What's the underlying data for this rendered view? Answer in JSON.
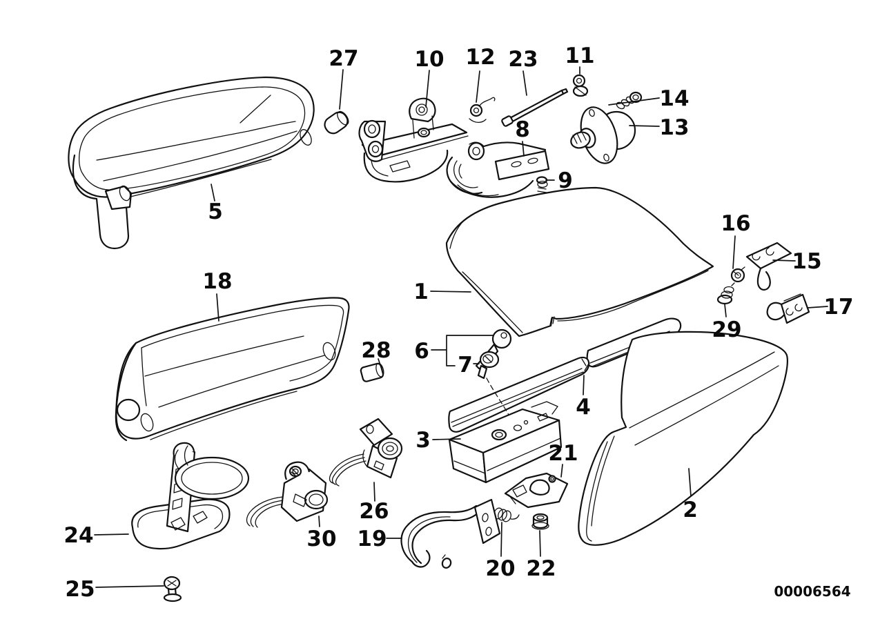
{
  "diagram": {
    "type": "exploded-parts-diagram",
    "image_id": "00006564",
    "part_labels": {
      "p1": "1",
      "p2": "2",
      "p3": "3",
      "p4": "4",
      "p5": "5",
      "p6": "6",
      "p7": "7",
      "p8": "8",
      "p9": "9",
      "p10": "10",
      "p11": "11",
      "p12": "12",
      "p13": "13",
      "p14": "14",
      "p15": "15",
      "p16": "16",
      "p17": "17",
      "p18": "18",
      "p19": "19",
      "p20": "20",
      "p21": "21",
      "p22": "22",
      "p23": "23",
      "p24": "24",
      "p25": "25",
      "p26": "26",
      "p27": "27",
      "p28": "28",
      "p29": "29",
      "p30": "30"
    }
  }
}
